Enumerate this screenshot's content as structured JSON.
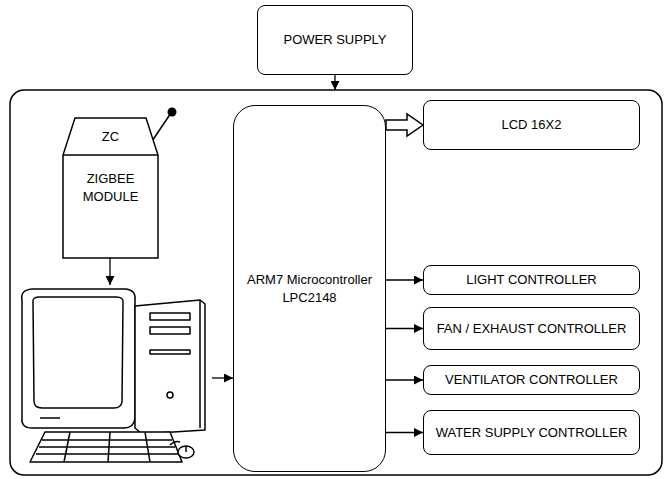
{
  "diagram": {
    "nodes": [
      {
        "text": [
          "POWER SUPPLY"
        ]
      },
      {
        "text": [
          "ZC",
          "ZIGBEE MODULE"
        ]
      },
      {
        "text": [
          "ARM7 Microcontroller LPC2148"
        ]
      },
      {
        "text": [
          "LCD 16X2"
        ]
      },
      {
        "text": [
          "LIGHT CONTROLLER"
        ]
      },
      {
        "text": [
          "FAN / EXHAUST CONTROLLER"
        ]
      },
      {
        "text": [
          "VENTILATOR CONTROLLER"
        ]
      },
      {
        "text": [
          "WATER SUPPLY CONTROLLER"
        ]
      }
    ],
    "edges": [
      {
        "from": 2,
        "to": 3,
        "arrow": "to"
      },
      {
        "from": 2,
        "to": 4,
        "arrow": "to"
      },
      {
        "from": 2,
        "to": 5,
        "arrow": "to"
      },
      {
        "from": 2,
        "to": 6,
        "arrow": "to"
      },
      {
        "from": 2,
        "to": 7,
        "arrow": "to"
      }
    ]
  }
}
